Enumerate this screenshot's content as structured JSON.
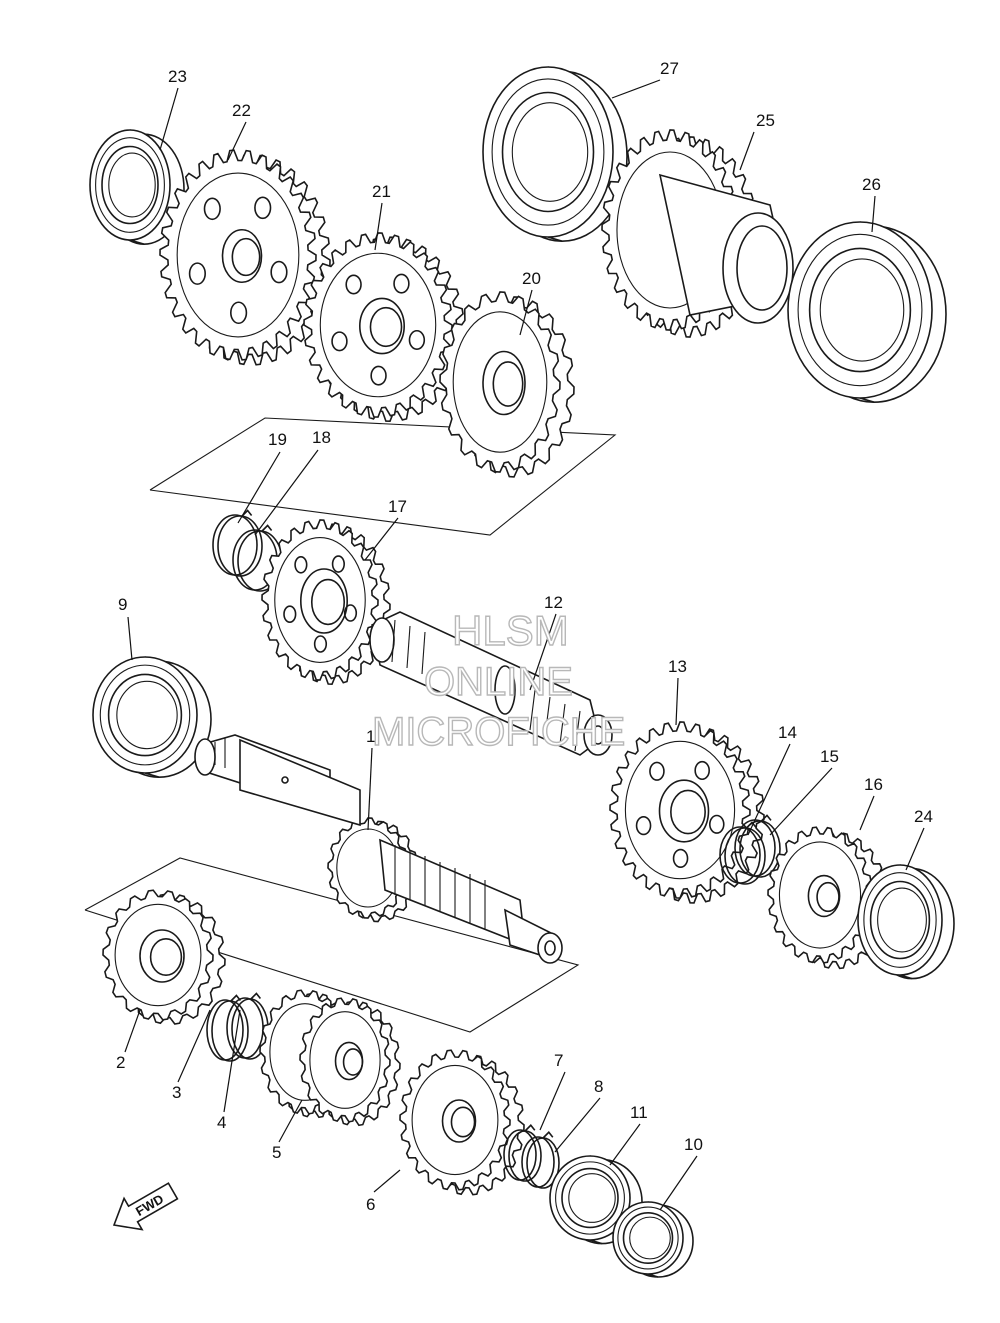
{
  "callouts": [
    {
      "id": "p1",
      "label": "1"
    },
    {
      "id": "p2",
      "label": "2"
    },
    {
      "id": "p3",
      "label": "3"
    },
    {
      "id": "p4",
      "label": "4"
    },
    {
      "id": "p5",
      "label": "5"
    },
    {
      "id": "p6",
      "label": "6"
    },
    {
      "id": "p7",
      "label": "7"
    },
    {
      "id": "p8",
      "label": "8"
    },
    {
      "id": "p9",
      "label": "9"
    },
    {
      "id": "p10",
      "label": "10"
    },
    {
      "id": "p11",
      "label": "11"
    },
    {
      "id": "p12",
      "label": "12"
    },
    {
      "id": "p13",
      "label": "13"
    },
    {
      "id": "p14",
      "label": "14"
    },
    {
      "id": "p15",
      "label": "15"
    },
    {
      "id": "p16",
      "label": "16"
    },
    {
      "id": "p17",
      "label": "17"
    },
    {
      "id": "p18",
      "label": "18"
    },
    {
      "id": "p19",
      "label": "19"
    },
    {
      "id": "p20",
      "label": "20"
    },
    {
      "id": "p21",
      "label": "21"
    },
    {
      "id": "p22",
      "label": "22"
    },
    {
      "id": "p23",
      "label": "23"
    },
    {
      "id": "p24",
      "label": "24"
    },
    {
      "id": "p25",
      "label": "25"
    },
    {
      "id": "p26",
      "label": "26"
    },
    {
      "id": "p27",
      "label": "27"
    }
  ],
  "watermark": {
    "line1": "HLSM",
    "line2": "ONLINE",
    "line3": "MICROFICHE"
  },
  "direction_marker": {
    "text": "FWD"
  },
  "colors": {
    "line": "#1a1a1a",
    "background": "#ffffff",
    "watermark_stroke": "#b8b8b8"
  }
}
